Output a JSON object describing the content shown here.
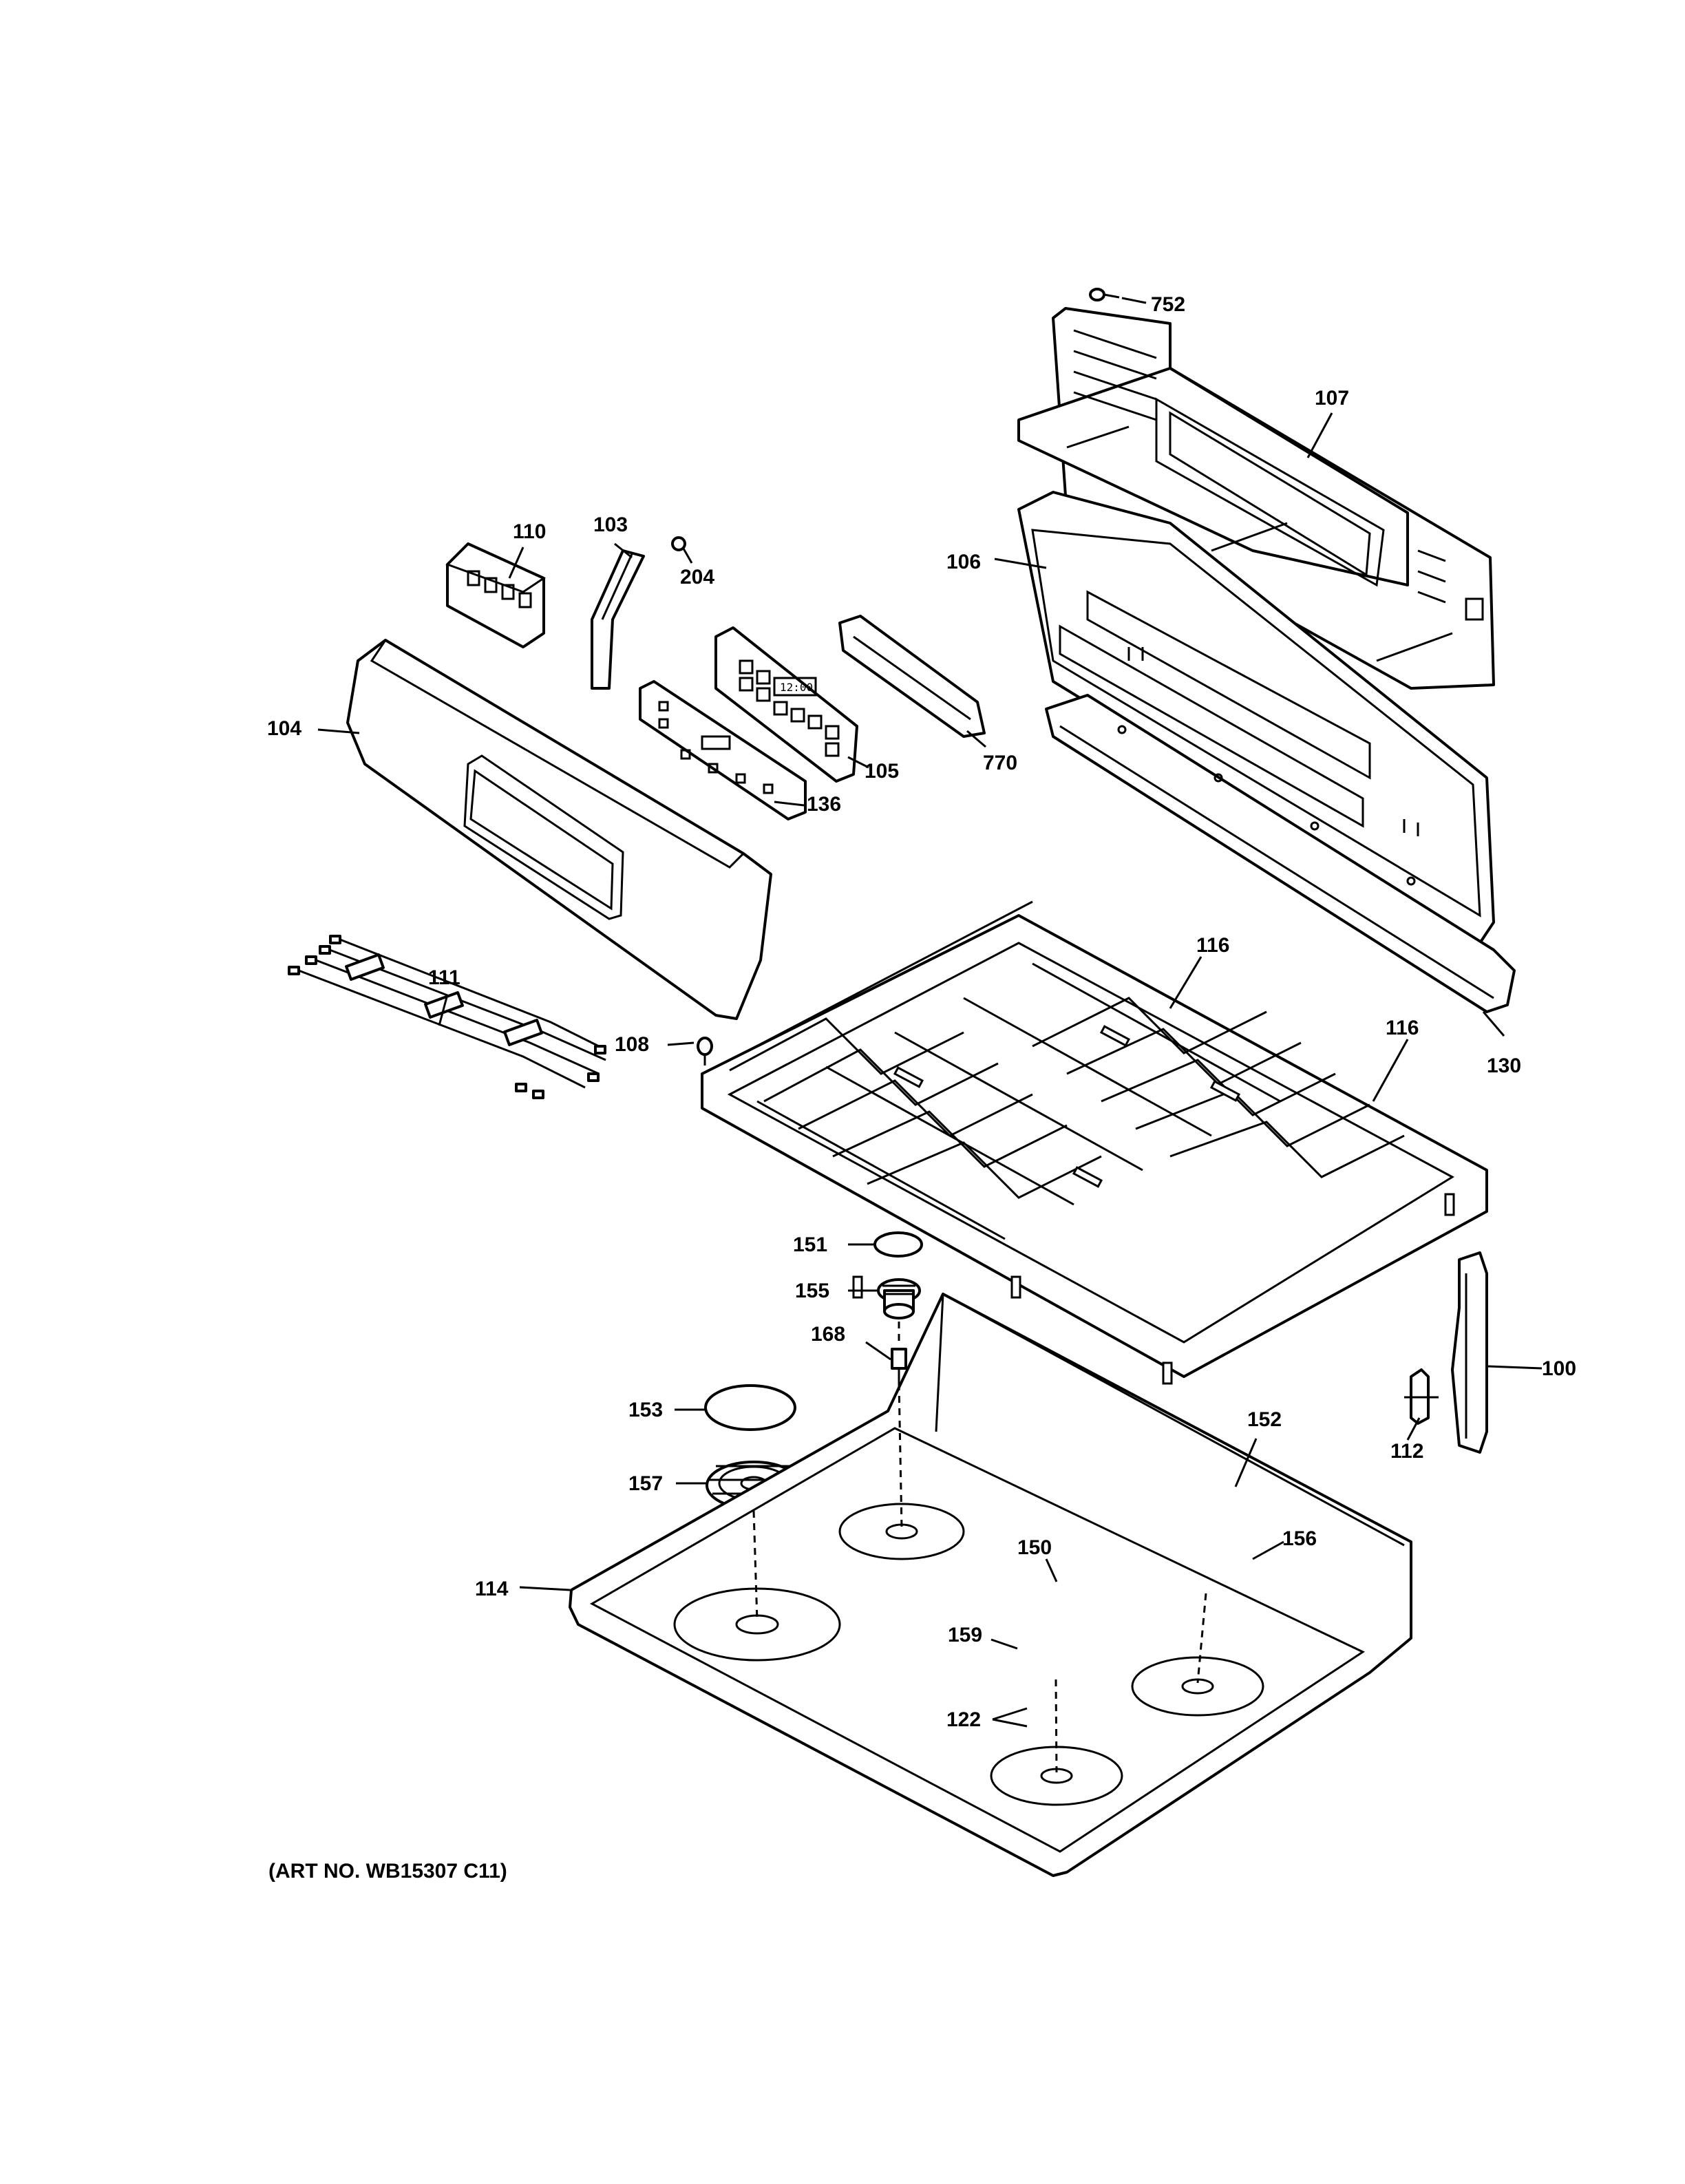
{
  "diagram": {
    "art_number": "(ART NO. WB15307 C11)",
    "display_text": "12:00",
    "callouts": {
      "p752": "752",
      "p107": "107",
      "p106": "106",
      "p110": "110",
      "p103": "103",
      "p204": "204",
      "p104": "104",
      "p105": "105",
      "p770": "770",
      "p136": "136",
      "p111": "111",
      "p108": "108",
      "p116a": "116",
      "p116b": "116",
      "p130": "130",
      "p151": "151",
      "p155": "155",
      "p168": "168",
      "p153": "153",
      "p152": "152",
      "p100": "100",
      "p112": "112",
      "p157": "157",
      "p156": "156",
      "p114": "114",
      "p150": "150",
      "p159": "159",
      "p122": "122"
    }
  }
}
